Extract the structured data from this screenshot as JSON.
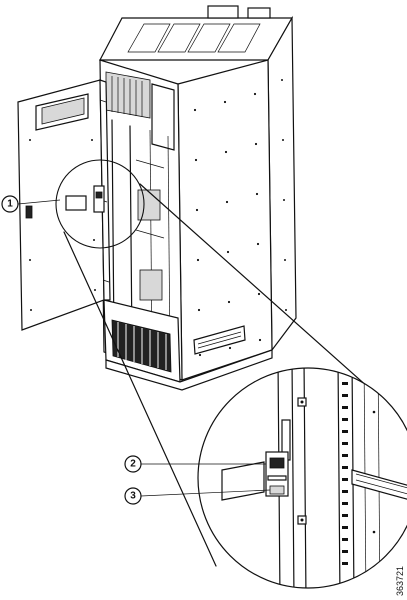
{
  "callouts": [
    {
      "label": "1"
    },
    {
      "label": "2"
    },
    {
      "label": "3"
    }
  ],
  "figure_id": "363721",
  "colors": {
    "ink": "#111111",
    "shade": "#d8d8d8",
    "background": "#ffffff"
  }
}
